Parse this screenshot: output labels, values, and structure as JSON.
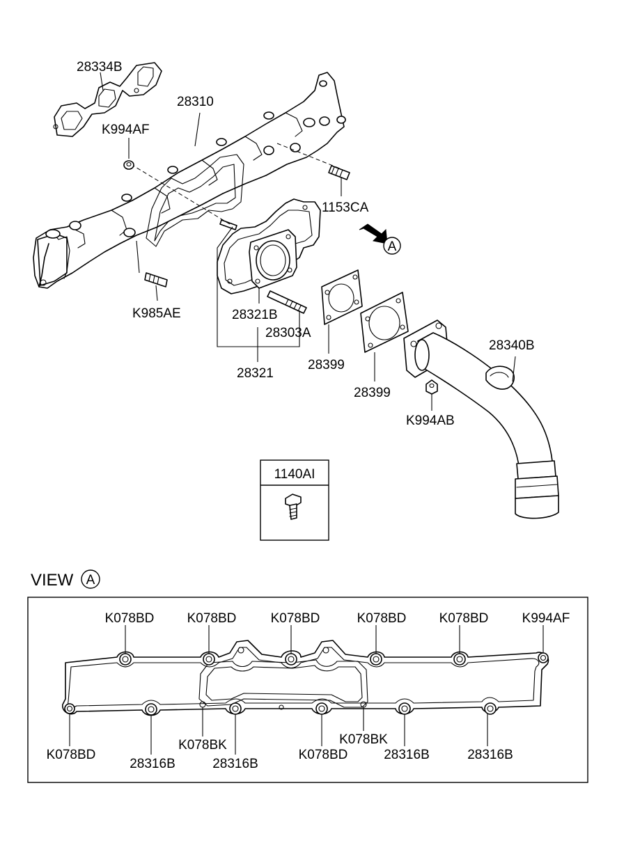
{
  "labels": {
    "p28334B": "28334B",
    "p28310": "28310",
    "pK994AF_top": "K994AF",
    "p1153CA": "1153CA",
    "pK985AE": "K985AE",
    "p28321B": "28321B",
    "p28303A": "28303A",
    "p28321": "28321",
    "p28399_a": "28399",
    "p28399_b": "28399",
    "p28340B": "28340B",
    "pK994AB": "K994AB",
    "view_a_marker": "A",
    "p1140AI": "1140AI"
  },
  "view": {
    "title": "VIEW",
    "circle_letter": "A",
    "top_labels": [
      "K078BD",
      "K078BD",
      "K078BD",
      "K078BD",
      "K078BD",
      "K994AF"
    ],
    "bottom_labels": [
      "K078BD",
      "28316B",
      "K078BK",
      "28316B",
      "K078BD",
      "K078BK",
      "28316B",
      "28316B"
    ]
  }
}
